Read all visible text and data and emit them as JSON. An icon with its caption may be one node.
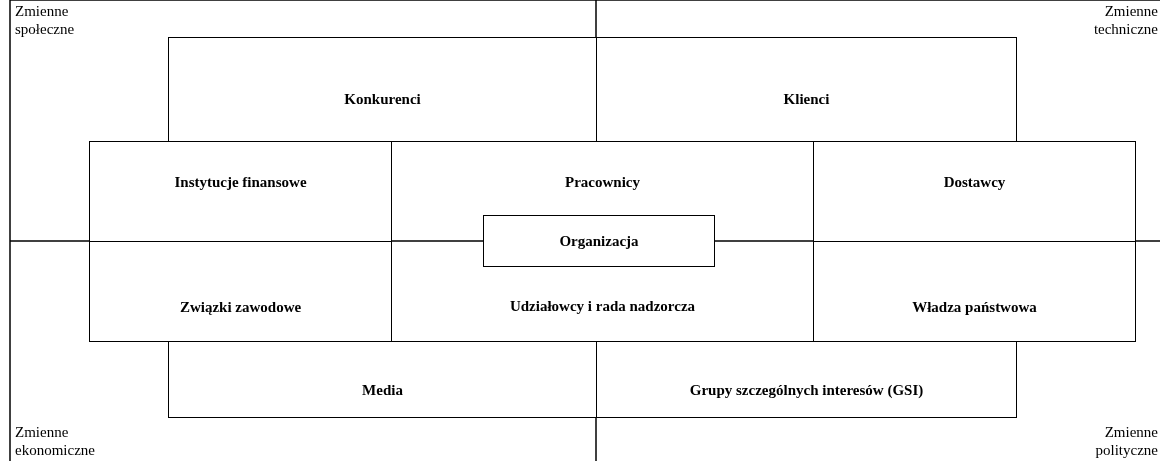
{
  "diagram": {
    "nodes": [
      {
        "text": [
          "Konkurenci"
        ]
      },
      {
        "text": [
          "Klienci"
        ]
      },
      {
        "text": [
          "Instytucje finansowe"
        ]
      },
      {
        "text": [
          "Pracownicy"
        ]
      },
      {
        "text": [
          "Dostawcy"
        ]
      },
      {
        "text": [
          "Związki zawodowe"
        ]
      },
      {
        "text": [
          "Udziałowcy i rada nadzorcza"
        ]
      },
      {
        "text": [
          "Władza państwowa"
        ]
      },
      {
        "text": [
          "Media"
        ]
      },
      {
        "text": [
          "Grupy szczególnych interesów (GSI)"
        ]
      },
      {
        "text": [
          "Organizacja"
        ]
      }
    ],
    "edges": [],
    "labels": [
      "Zmienne społeczne",
      "Zmienne techniczne",
      "Zmienne ekonomiczne",
      "Zmienne polityczne"
    ]
  }
}
